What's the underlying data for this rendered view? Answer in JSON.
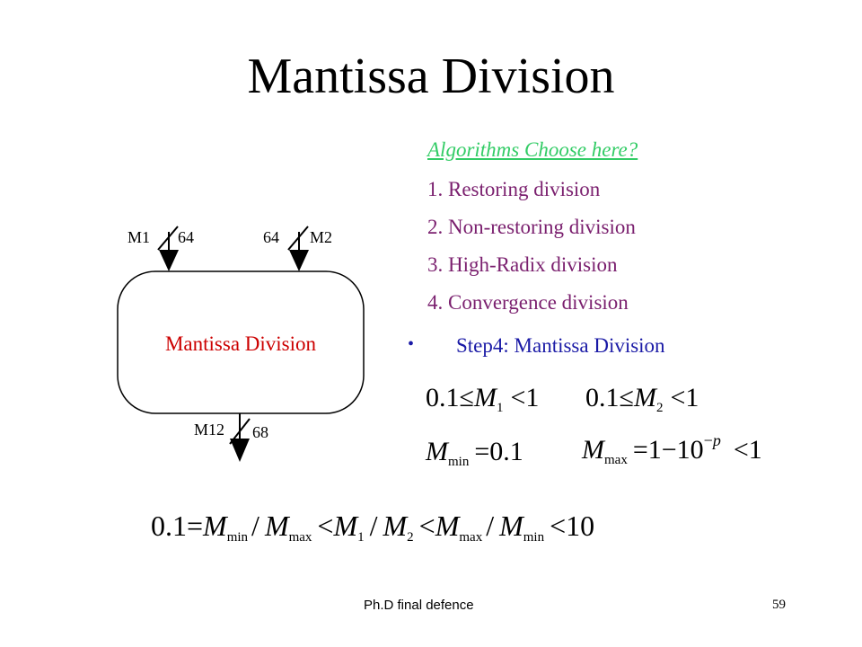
{
  "slide": {
    "title": "Mantissa Division",
    "algorithms_link": "Algorithms Choose here?",
    "algorithms": [
      "1. Restoring division",
      "2. Non-restoring division",
      "3. High-Radix division",
      "4. Convergence division"
    ],
    "bullet": "•",
    "step": "Step4: Mantissa Division",
    "footer": "Ph.D final defence",
    "page_number": "59"
  },
  "diagram": {
    "box_label": "Mantissa Division",
    "inputs": [
      {
        "name": "M1",
        "width": "64"
      },
      {
        "name": "M2",
        "width": "64"
      }
    ],
    "output": {
      "name": "M12",
      "width": "68"
    }
  },
  "equations": {
    "range_m1": "0.1 ≤ M_1 < 1",
    "range_m2": "0.1 ≤ M_2 < 1",
    "m_min": "M_min = 0.1",
    "m_max": "M_max = 1 − 10^(−p) < 1",
    "ratio_range": "0.1 = M_min / M_max < M_1 / M_2 < M_max / M_min < 10"
  },
  "colors": {
    "link": "#33cc66",
    "list": "#7a1f6e",
    "step": "#1a1aa6",
    "box_label": "#cc0000"
  }
}
